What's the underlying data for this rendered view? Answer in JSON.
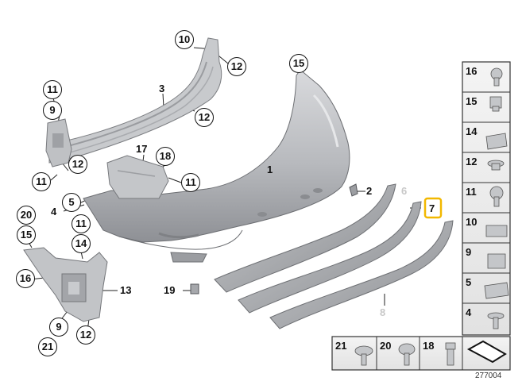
{
  "diagram_number": "277004",
  "callouts": [
    {
      "id": "c10",
      "text": "10"
    },
    {
      "id": "c12a",
      "text": "12"
    },
    {
      "id": "c3",
      "text": "3"
    },
    {
      "id": "c11a",
      "text": "11"
    },
    {
      "id": "c9a",
      "text": "9"
    },
    {
      "id": "c12b",
      "text": "12"
    },
    {
      "id": "c15a",
      "text": "15"
    },
    {
      "id": "c17",
      "text": "17"
    },
    {
      "id": "c18a",
      "text": "18"
    },
    {
      "id": "c11b",
      "text": "11"
    },
    {
      "id": "c12c",
      "text": "12"
    },
    {
      "id": "c11c",
      "text": "11"
    },
    {
      "id": "c5a",
      "text": "5"
    },
    {
      "id": "c4a",
      "text": "4"
    },
    {
      "id": "c11d",
      "text": "11"
    },
    {
      "id": "c20a",
      "text": "20"
    },
    {
      "id": "c15b",
      "text": "15"
    },
    {
      "id": "c14a",
      "text": "14"
    },
    {
      "id": "c1",
      "text": "1"
    },
    {
      "id": "c2",
      "text": "2"
    },
    {
      "id": "c6",
      "text": "6"
    },
    {
      "id": "c7",
      "text": "7"
    },
    {
      "id": "c16a",
      "text": "16"
    },
    {
      "id": "c13",
      "text": "13"
    },
    {
      "id": "c19",
      "text": "19"
    },
    {
      "id": "c8",
      "text": "8"
    },
    {
      "id": "c9b",
      "text": "9"
    },
    {
      "id": "c12d",
      "text": "12"
    },
    {
      "id": "c21a",
      "text": "21"
    }
  ],
  "legend_side": [
    "16",
    "15",
    "14",
    "12",
    "11",
    "10",
    "9",
    "5",
    "4"
  ],
  "legend_bottom": [
    "21",
    "20",
    "18"
  ]
}
